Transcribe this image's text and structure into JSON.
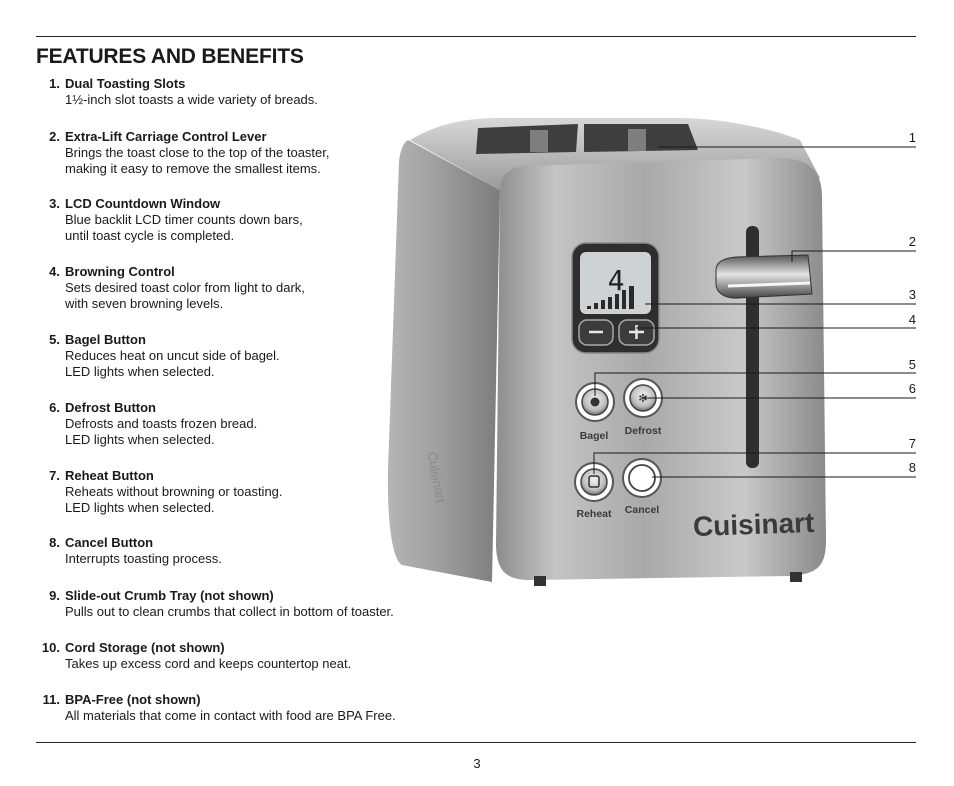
{
  "title": "FEATURES AND BENEFITS",
  "features": [
    {
      "num": "1.",
      "heading": "Dual Toasting Slots",
      "lines": [
        "1½-inch slot toasts a wide variety of breads."
      ]
    },
    {
      "num": "2.",
      "heading": "Extra-Lift Carriage Control Lever",
      "lines": [
        "Brings the toast close to the top of the toaster,",
        "making it easy to remove the smallest items."
      ]
    },
    {
      "num": "3.",
      "heading": "LCD Countdown Window",
      "lines": [
        "Blue backlit LCD timer counts down bars,",
        "until toast cycle is completed."
      ]
    },
    {
      "num": "4.",
      "heading": "Browning Control",
      "lines": [
        "Sets desired toast color from light to dark,",
        "with seven browning levels."
      ]
    },
    {
      "num": "5.",
      "heading": "Bagel Button",
      "lines": [
        "Reduces heat on uncut side of bagel.",
        "LED lights when selected."
      ]
    },
    {
      "num": "6.",
      "heading": "Defrost Button",
      "lines": [
        "Defrosts and toasts frozen bread.",
        "LED lights when selected."
      ]
    },
    {
      "num": "7.",
      "heading": "Reheat Button",
      "lines": [
        "Reheats without browning or toasting.",
        "LED lights when selected."
      ]
    },
    {
      "num": "8.",
      "heading": "Cancel Button",
      "lines": [
        "Interrupts toasting process."
      ]
    },
    {
      "num": "9.",
      "heading": "Slide-out Crumb Tray (not shown)",
      "lines": [
        "Pulls out to clean crumbs that collect in bottom of toaster."
      ]
    },
    {
      "num": "10.",
      "heading": "Cord Storage (not shown)",
      "lines": [
        "Takes up excess cord and keeps countertop neat."
      ]
    },
    {
      "num": "11.",
      "heading": "BPA-Free (not shown)",
      "lines": [
        "All materials that come in contact with food are BPA Free."
      ]
    }
  ],
  "callouts": [
    "1",
    "2",
    "3",
    "4",
    "5",
    "6",
    "7",
    "8"
  ],
  "toaster": {
    "lcd_digit": "4",
    "button_labels": [
      "Bagel",
      "Defrost",
      "Reheat",
      "Cancel"
    ],
    "brand": "Cuisinart",
    "side_brand": "Cuisinart"
  },
  "page_number": "3"
}
